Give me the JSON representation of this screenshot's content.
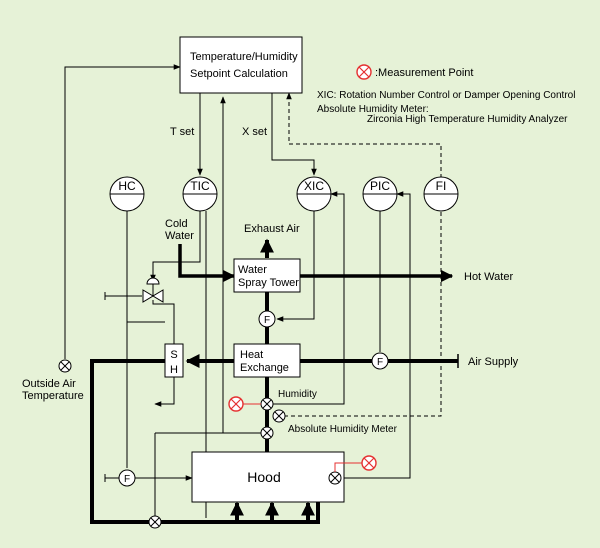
{
  "diagram": {
    "calc_box": {
      "line1": "Temperature/Humidity",
      "line2": "Setpoint Calculation"
    },
    "legend": {
      "measurement_point": ":Measurement Point",
      "xic_note": "XIC: Rotation Number Control or Damper Opening Control",
      "meter_note_line1": "Absolute Humidity Meter:",
      "meter_note_line2": "Zirconia High Temperature Humidity Analyzer"
    },
    "signals": {
      "t_set": "T set",
      "x_set": "X set"
    },
    "controllers": {
      "hc": "HC",
      "tic": "TIC",
      "xic": "XIC",
      "pic": "PIC",
      "fi": "FI"
    },
    "cold_water": {
      "line1": "Cold",
      "line2": "Water"
    },
    "exhaust_air": "Exhaust Air",
    "spray_tower": {
      "line1": "Water",
      "line2": "Spray Tower"
    },
    "hot_water": "Hot Water",
    "heat_exchange": {
      "line1": "Heat",
      "line2": "Exchange"
    },
    "air_supply": "Air Supply",
    "sh": {
      "s": "S",
      "h": "H"
    },
    "outside_air": {
      "line1": "Outside Air",
      "line2": "Temperature"
    },
    "humidity": "Humidity",
    "abs_meter": "Absolute Humidity Meter",
    "hood": "Hood",
    "flow_symbol": "F",
    "colors": {
      "background": "#e6f2d7",
      "measurement": "#e53030",
      "line": "#000000"
    }
  }
}
